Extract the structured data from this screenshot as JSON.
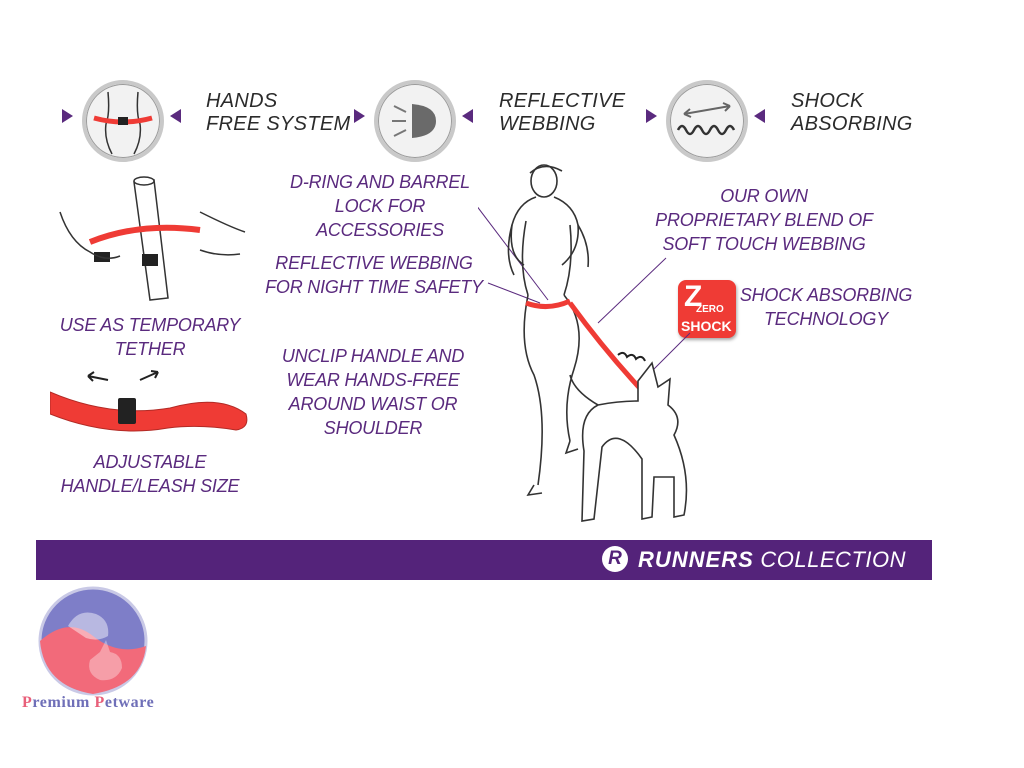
{
  "features": [
    {
      "line1": "HANDS",
      "line2": "FREE SYSTEM",
      "icon": "waist-belt-icon"
    },
    {
      "line1": "REFLECTIVE",
      "line2": "WEBBING",
      "icon": "reflective-light-icon"
    },
    {
      "line1": "SHOCK",
      "line2": "ABSORBING",
      "icon": "shock-spring-icon"
    }
  ],
  "labels": {
    "d_ring": [
      "D-RING AND BARREL",
      "LOCK FOR ACCESSORIES"
    ],
    "reflective": [
      "REFLECTIVE WEBBING",
      "FOR NIGHT TIME SAFETY"
    ],
    "unclip": [
      "UNCLIP HANDLE AND",
      "WEAR HANDS-FREE",
      "AROUND WAIST OR",
      "SHOULDER"
    ],
    "proprietary": [
      "OUR OWN",
      "PROPRIETARY BLEND OF",
      "SOFT TOUCH WEBBING"
    ],
    "shock_tech": [
      "SHOCK ABSORBING",
      "TECHNOLOGY"
    ],
    "tether": [
      "USE AS TEMPORARY",
      "TETHER"
    ],
    "adjustable": [
      "ADJUSTABLE",
      "HANDLE/LEASH SIZE"
    ]
  },
  "zero_badge": {
    "letter": "Z",
    "word1": "ZERO",
    "word2": "SHOCK"
  },
  "banner": {
    "logo_letter": "R",
    "bold": "RUNNERS",
    "normal": " COLLECTION"
  },
  "brand": {
    "first_initial": "P",
    "first_rest": "remium ",
    "second_initial": "P",
    "second_rest": "etware"
  },
  "colors": {
    "purple": "#54237a",
    "leash_red": "#ef3b35",
    "brand_blue": "#6f6fb8",
    "brand_pink": "#e8607a"
  }
}
